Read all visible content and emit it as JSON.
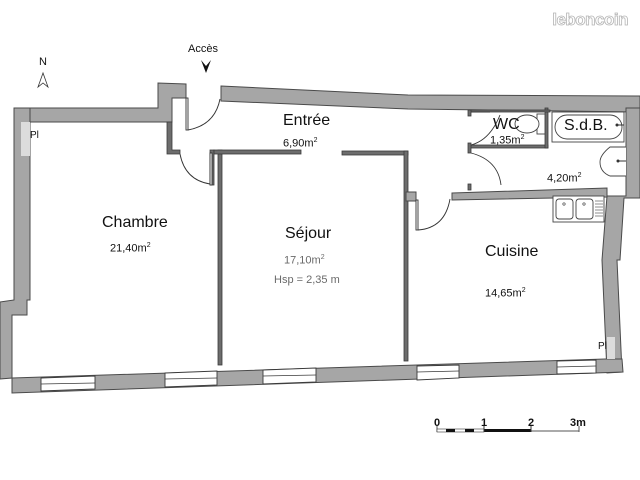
{
  "watermark": "leboncoin",
  "compass": {
    "label": "N"
  },
  "access": {
    "label": "Accès"
  },
  "rooms": {
    "entree": {
      "name": "Entrée",
      "area": "6,90m",
      "unit_sup": "2"
    },
    "wc": {
      "name": "WC",
      "area": "1,35m",
      "unit_sup": "2"
    },
    "sdb": {
      "name": "S.d.B.",
      "area": "4,20m",
      "unit_sup": "2"
    },
    "chambre": {
      "name": "Chambre",
      "area": "21,40m",
      "unit_sup": "2"
    },
    "sejour": {
      "name": "Séjour",
      "area": "17,10m",
      "unit_sup": "2",
      "ceiling_height": "Hsp = 2,35 m"
    },
    "cuisine": {
      "name": "Cuisine",
      "area": "14,65m",
      "unit_sup": "2"
    }
  },
  "markers": {
    "pl_left": "Pl",
    "pl_right": "Pl"
  },
  "scale_bar": {
    "ticks": [
      "0",
      "1",
      "2",
      "3m"
    ]
  },
  "colors": {
    "wall": "#a6a6a6",
    "wall_outline": "#4a4a4a",
    "placard": "#dcdcdc"
  }
}
